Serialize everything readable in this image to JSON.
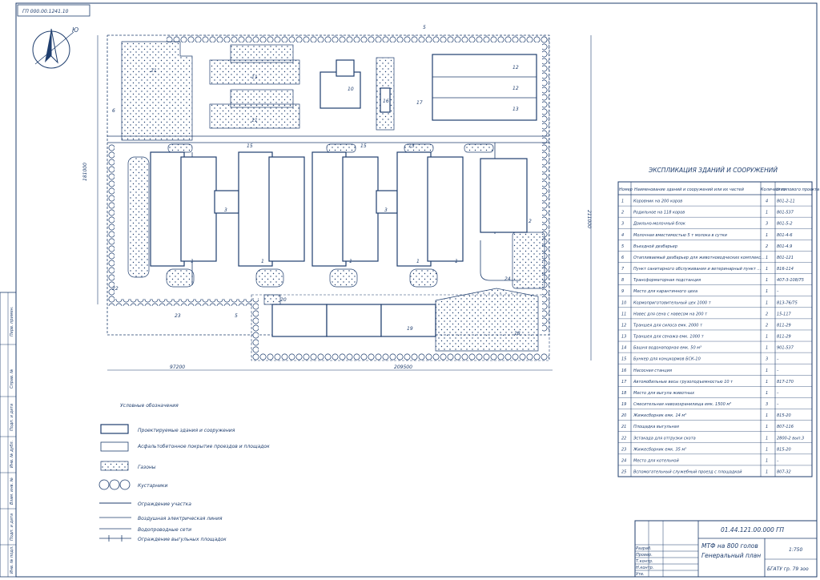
{
  "stamp_top_left": "ГП 000.00.1241.10",
  "north_label": "Ю",
  "dimensions": {
    "left": "181000",
    "right": "211000",
    "bottom_left": "97200",
    "bottom_right": "209500"
  },
  "explication": {
    "title": "ЭКСПЛИКАЦИЯ ЗДАНИЙ И СООРУЖЕНИЙ",
    "headers": [
      "Номер",
      "Наименование зданий и сооружений или их частей",
      "Количество",
      "№ типового проекта"
    ],
    "rows": [
      {
        "n": "1",
        "name": "Коровник на 200 коров",
        "qty": "4",
        "proj": "801-2-11"
      },
      {
        "n": "2",
        "name": "Родильное на 118 коров",
        "qty": "1",
        "proj": "801-537"
      },
      {
        "n": "3",
        "name": "Доильно-молочный блок",
        "qty": "3",
        "proj": "801-5-2"
      },
      {
        "n": "4",
        "name": "Молочная вместимостью 5 т молока в сутки",
        "qty": "1",
        "proj": "801-4-6"
      },
      {
        "n": "5",
        "name": "Въездной дезбарьер",
        "qty": "2",
        "proj": "801-4.9"
      },
      {
        "n": "6",
        "name": "Отапливаемый дезбарьер для животноводческих комплексов и ферм",
        "qty": "1",
        "proj": "801-121"
      },
      {
        "n": "7",
        "name": "Пункт санитарного обслуживания и ветеринарный пункт для животноводческих и птицеводческих ферм",
        "qty": "1",
        "proj": "816-114"
      },
      {
        "n": "8",
        "name": "Трансформаторная подстанция",
        "qty": "1",
        "proj": "407-3-108/75"
      },
      {
        "n": "9",
        "name": "Место для карантинного цеха",
        "qty": "1",
        "proj": "–"
      },
      {
        "n": "10",
        "name": "Кормоприготовительный цех 1000 т",
        "qty": "1",
        "proj": "813-76/75"
      },
      {
        "n": "11",
        "name": "Навес для сена с навесом на 200 т",
        "qty": "2",
        "proj": "15-117"
      },
      {
        "n": "12",
        "name": "Траншея для силоса емк. 2000 т",
        "qty": "2",
        "proj": "811-29"
      },
      {
        "n": "13",
        "name": "Траншея для сенажа емк. 1000 т",
        "qty": "1",
        "proj": "811-29"
      },
      {
        "n": "14",
        "name": "Башня водонапорная емк. 50 м³",
        "qty": "1",
        "proj": "901-537"
      },
      {
        "n": "15",
        "name": "Бункер для концкормов БСК-10",
        "qty": "3",
        "proj": "–"
      },
      {
        "n": "16",
        "name": "Насосная станция",
        "qty": "1",
        "proj": "–"
      },
      {
        "n": "17",
        "name": "Автомобильные весы грузоподъемностью 10 т",
        "qty": "1",
        "proj": "817-170"
      },
      {
        "n": "18",
        "name": "Место для выгула животных",
        "qty": "1",
        "proj": "–"
      },
      {
        "n": "19",
        "name": "Смесительная навозохранилища емк. 1500 м³",
        "qty": "3",
        "proj": "–"
      },
      {
        "n": "20",
        "name": "Жижесборник емк. 14 м³",
        "qty": "1",
        "proj": "815-20"
      },
      {
        "n": "21",
        "name": "Площадка выгульная",
        "qty": "1",
        "proj": "807-116"
      },
      {
        "n": "22",
        "name": "Эстакада для отгрузки скота",
        "qty": "1",
        "proj": "2800-2 вып.3"
      },
      {
        "n": "23",
        "name": "Жижесборник емк. 35 м³",
        "qty": "1",
        "proj": "815-20"
      },
      {
        "n": "24",
        "name": "Место для котельной",
        "qty": "1",
        "proj": "–"
      },
      {
        "n": "25",
        "name": "Вспомогательный служебный проезд с площадкой",
        "qty": "1",
        "proj": "807-32"
      }
    ]
  },
  "legend": {
    "title": "Условные обозначения",
    "items": [
      "Проектируемые здания и сооружения",
      "Асфальтобетонное покрытие проездов и площадок",
      "Газоны",
      "Кустарники",
      "Ограждение участка",
      "Воздушная электрическая линия",
      "Водопроводные сети",
      "Ограждение выгульных площадок"
    ]
  },
  "title_block": {
    "code": "01.44.121.00.000 ГП",
    "project": "МТФ на 800 голов",
    "sheet": "Генеральный план",
    "scale": "1:750",
    "org": "БГАТУ гр. 79 зоо",
    "roles": [
      "Разраб.",
      "Провер.",
      "Т.контр.",
      "Н.контр.",
      "Утв."
    ]
  },
  "side_strip": [
    "Перв. примен.",
    "Справ. №",
    "Подп. и дата",
    "Инв. № дубл.",
    "Взам. инв. №",
    "Подп. и дата",
    "Инв. № подл."
  ]
}
